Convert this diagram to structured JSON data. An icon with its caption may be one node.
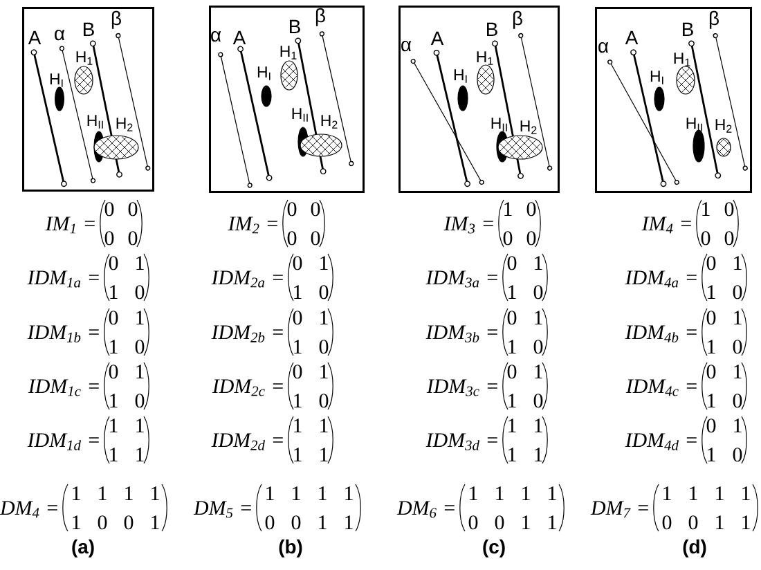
{
  "diagram": {
    "nodes": [
      {
        "text": [],
        "shape": "box"
      },
      {
        "text": [
          "H$_{1}$"
        ],
        "in": 0
      },
      {
        "text": [
          "H$_{I}$"
        ],
        "in": 0
      },
      {
        "text": [
          "H$_{II}$"
        ],
        "in": 0
      },
      {
        "text": [
          "H$_{2}$"
        ],
        "in": 0
      },
      {
        "text": [],
        "shape": "box"
      },
      {
        "text": [
          "H$_{1}$"
        ],
        "in": 5
      },
      {
        "text": [
          "H$_{I}$"
        ],
        "in": 5
      },
      {
        "text": [
          "H$_{II}$"
        ],
        "in": 5
      },
      {
        "text": [
          "H$_{2}$"
        ],
        "in": 5
      },
      {
        "text": [],
        "shape": "box"
      },
      {
        "text": [
          "H$_{1}$"
        ],
        "in": 10
      },
      {
        "text": [
          "H$_{I}$"
        ],
        "in": 10
      },
      {
        "text": [
          "H$_{II}$"
        ],
        "in": 10
      },
      {
        "text": [
          "H$_{2}$"
        ],
        "in": 10
      },
      {
        "text": [],
        "shape": "box"
      },
      {
        "text": [
          "H$_{1}$"
        ],
        "in": 15
      },
      {
        "text": [
          "H$_{I}$"
        ],
        "in": 15
      },
      {
        "text": [
          "H$_{II}$"
        ],
        "in": 15
      },
      {
        "text": [
          "H$_{2}$"
        ],
        "in": 15
      }
    ],
    "labels": [
      "A",
      "α",
      "B",
      "β",
      "IM$_{1}$ =",
      "0",
      "0",
      "0",
      "0",
      "IDM$_{1a}$ =",
      "0",
      "1",
      "1",
      "0",
      "IDM$_{1b}$ =",
      "0",
      "1",
      "1",
      "0",
      "IDM$_{1c}$ =",
      "0",
      "1",
      "1",
      "0",
      "IDM$_{1d}$ =",
      "1",
      "1",
      "1",
      "1",
      "DM$_{4}$ =",
      "1",
      "1",
      "1",
      "1",
      "1",
      "0",
      "0",
      "1",
      "(a)",
      "α",
      "A",
      "B",
      "β",
      "IM$_{2}$ =",
      "0",
      "0",
      "0",
      "0",
      "IDM$_{2a}$ =",
      "0",
      "1",
      "1",
      "0",
      "IDM$_{2b}$ =",
      "0",
      "1",
      "1",
      "0",
      "IDM$_{2c}$ =",
      "0",
      "1",
      "1",
      "0",
      "IDM$_{2d}$ =",
      "1",
      "1",
      "1",
      "1",
      "DM$_{5}$ =",
      "1",
      "1",
      "1",
      "1",
      "0",
      "0",
      "1",
      "1",
      "(b)",
      "α",
      "A",
      "B",
      "β",
      "IM$_{3}$ =",
      "1",
      "0",
      "0",
      "0",
      "IDM$_{3a}$ =",
      "0",
      "1",
      "1",
      "0",
      "IDM$_{3b}$ =",
      "0",
      "1",
      "1",
      "0",
      "IDM$_{3c}$ =",
      "0",
      "1",
      "1",
      "0",
      "IDM$_{3d}$ =",
      "1",
      "1",
      "1",
      "1",
      "DM$_{6}$ =",
      "1",
      "1",
      "1",
      "1",
      "0",
      "0",
      "1",
      "1",
      "(c)",
      "α",
      "A",
      "B",
      "β",
      "IM$_{4}$ =",
      "1",
      "0",
      "0",
      "0",
      "IDM$_{4a}$ =",
      "0",
      "1",
      "1",
      "0",
      "IDM$_{4b}$ =",
      "0",
      "1",
      "1",
      "0",
      "IDM$_{4c}$ =",
      "0",
      "1",
      "1",
      "0",
      "IDM$_{4d}$ =",
      "0",
      "1",
      "1",
      "0",
      "DM$_{7}$ =",
      "1",
      "1",
      "1",
      "1",
      "0",
      "0",
      "1",
      "1",
      "(d)"
    ]
  }
}
